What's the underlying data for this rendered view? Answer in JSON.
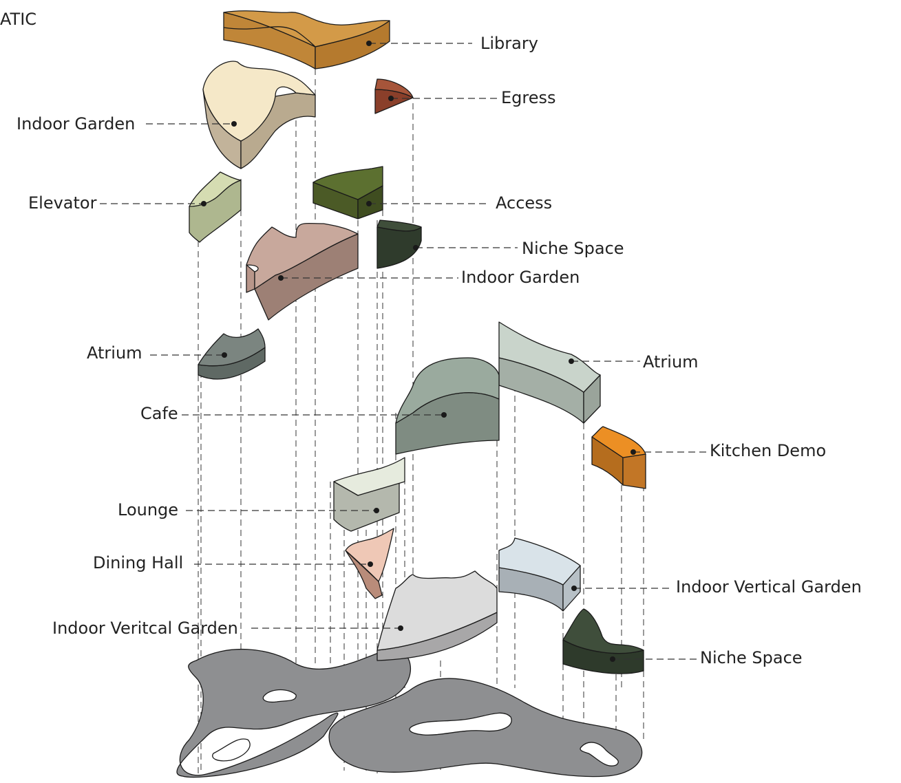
{
  "title": "ATIC",
  "spaces": [
    {
      "id": "library",
      "label": "Library"
    },
    {
      "id": "egress",
      "label": "Egress"
    },
    {
      "id": "indoor-garden-1",
      "label": "Indoor Garden"
    },
    {
      "id": "elevator",
      "label": "Elevator"
    },
    {
      "id": "access",
      "label": "Access"
    },
    {
      "id": "niche-space-1",
      "label": "Niche Space"
    },
    {
      "id": "indoor-garden-2",
      "label": "Indoor Garden"
    },
    {
      "id": "atrium-1",
      "label": "Atrium"
    },
    {
      "id": "atrium-2",
      "label": "Atrium"
    },
    {
      "id": "cafe",
      "label": "Cafe"
    },
    {
      "id": "kitchen-demo",
      "label": "Kitchen Demo"
    },
    {
      "id": "lounge",
      "label": "Lounge"
    },
    {
      "id": "dining-hall",
      "label": "Dining Hall"
    },
    {
      "id": "indoor-vertical-garden-1",
      "label": "Indoor Vertical Garden"
    },
    {
      "id": "indoor-vertical-garden-2",
      "label": "Indoor Veritcal Garden"
    },
    {
      "id": "niche-space-2",
      "label": "Niche Space"
    }
  ],
  "colors": {
    "library": "#d39a48",
    "egress": "#93452f",
    "garden1": "#f5e8c8",
    "elevator": "#d5dcb2",
    "access": "#55672c",
    "niche": "#3a4a36",
    "garden2": "#c8a89c",
    "atrium1": "#7b8580",
    "atrium2": "#c9d4cb",
    "cafe": "#9aaa9e",
    "kitchen": "#e68a22",
    "lounge": "#e6ebde",
    "dining": "#efc8b6",
    "vgarden1": "#d9e3e9",
    "vgarden2": "#dcdcdc",
    "niche2": "#3f4e3b",
    "base": "#8e8f91"
  }
}
